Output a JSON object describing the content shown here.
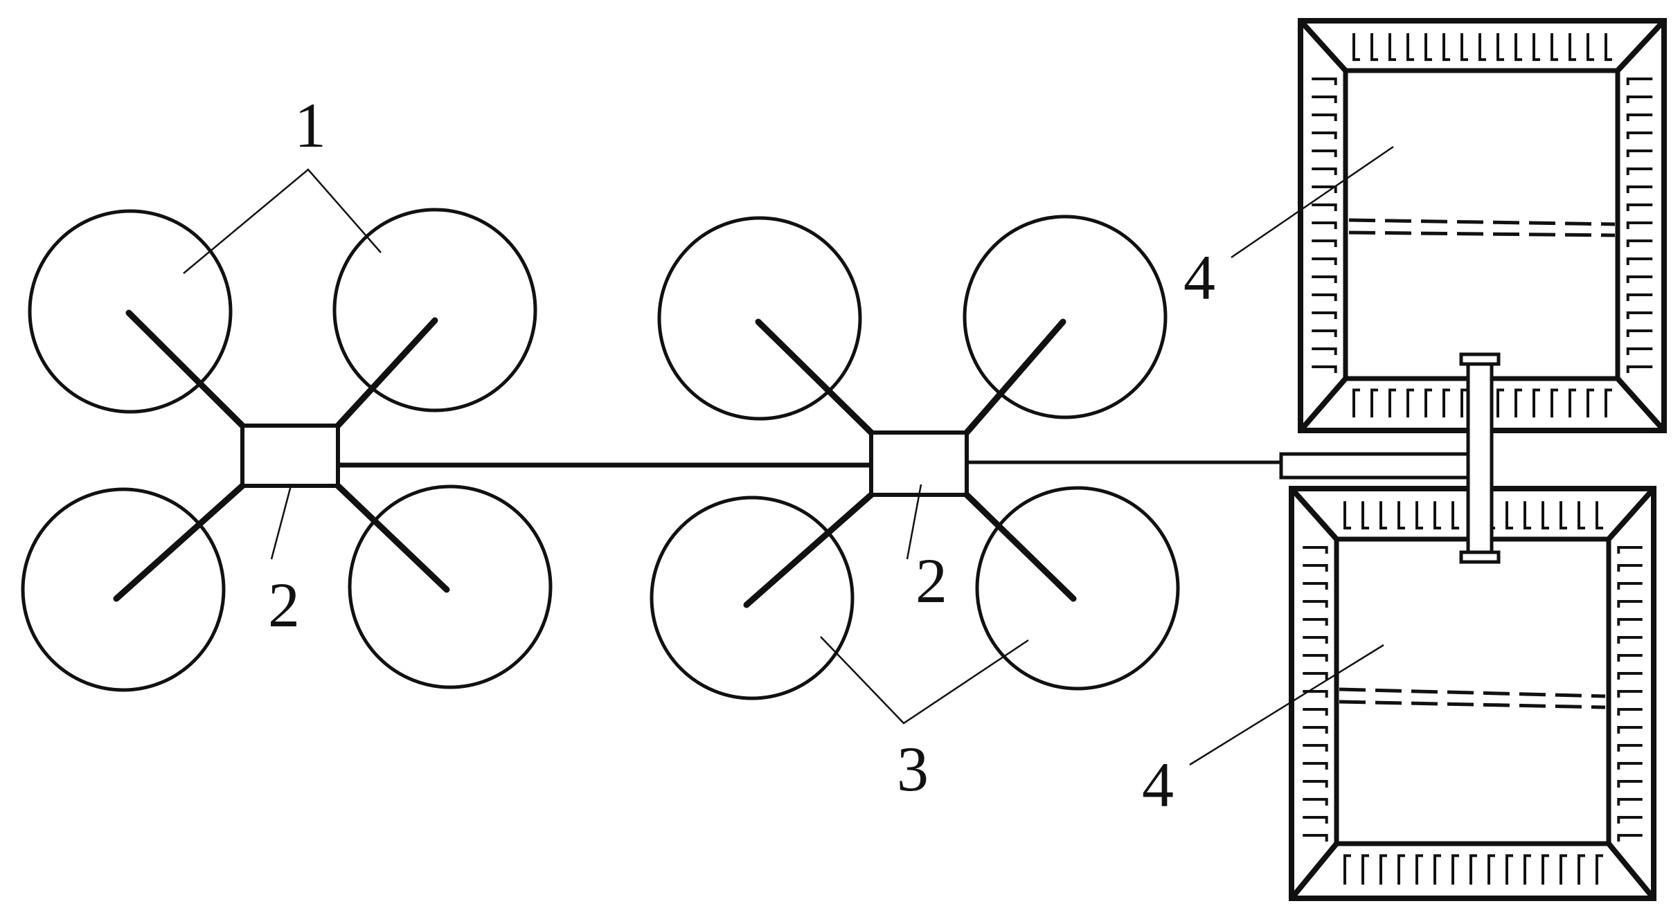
{
  "labels": {
    "unit_1": "1",
    "unit_2_left": "2",
    "unit_2_right": "2",
    "unit_3": "3",
    "unit_4_top": "4",
    "unit_4_bottom": "4"
  },
  "colors": {
    "ink": "#111111",
    "paper": "#ffffff"
  }
}
